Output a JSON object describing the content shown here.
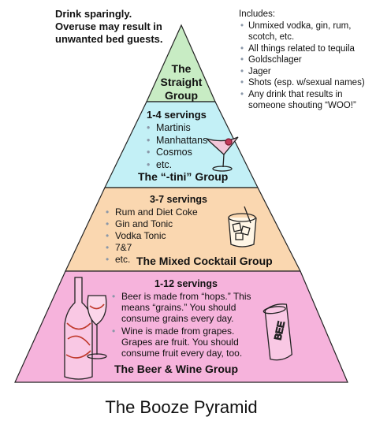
{
  "warning": {
    "lines": [
      "Drink sparingly.",
      "Overuse may result in",
      "unwanted bed guests."
    ]
  },
  "includes": {
    "heading": "Includes:",
    "items": [
      "Unmixed vodka, gin, rum, scotch, etc.",
      "All things related to tequila",
      "Goldschlager",
      "Jager",
      "Shots (esp. w/sexual names)",
      "Any drink that results in someone shouting “WOO!”"
    ]
  },
  "tiers": {
    "straight": {
      "title_lines": [
        "The",
        "Straight",
        "Group"
      ],
      "color": "#c8ecc4"
    },
    "tini": {
      "servings": "1-4 servings",
      "items": [
        "Martinis",
        "Manhattans",
        "Cosmos",
        "etc."
      ],
      "title": "The “-tini” Group",
      "color": "#c3f0f6"
    },
    "mixed": {
      "servings": "3-7 servings",
      "items": [
        "Rum and Diet Coke",
        "Gin and Tonic",
        "Vodka Tonic",
        "7&7",
        "etc."
      ],
      "title": "The Mixed Cocktail Group",
      "color": "#fad7b0"
    },
    "beer": {
      "servings": "1-12 servings",
      "items": [
        "Beer is made from “hops.” This means “grains.” You should consume grains every day.",
        "Wine is made from grapes. Grapes are fruit. You should consume fruit every day, too."
      ],
      "title": "The Beer & Wine Group",
      "color": "#f6b3dc"
    }
  },
  "illustrations": {
    "can_text": "BEE"
  },
  "caption": "The Booze Pyramid"
}
